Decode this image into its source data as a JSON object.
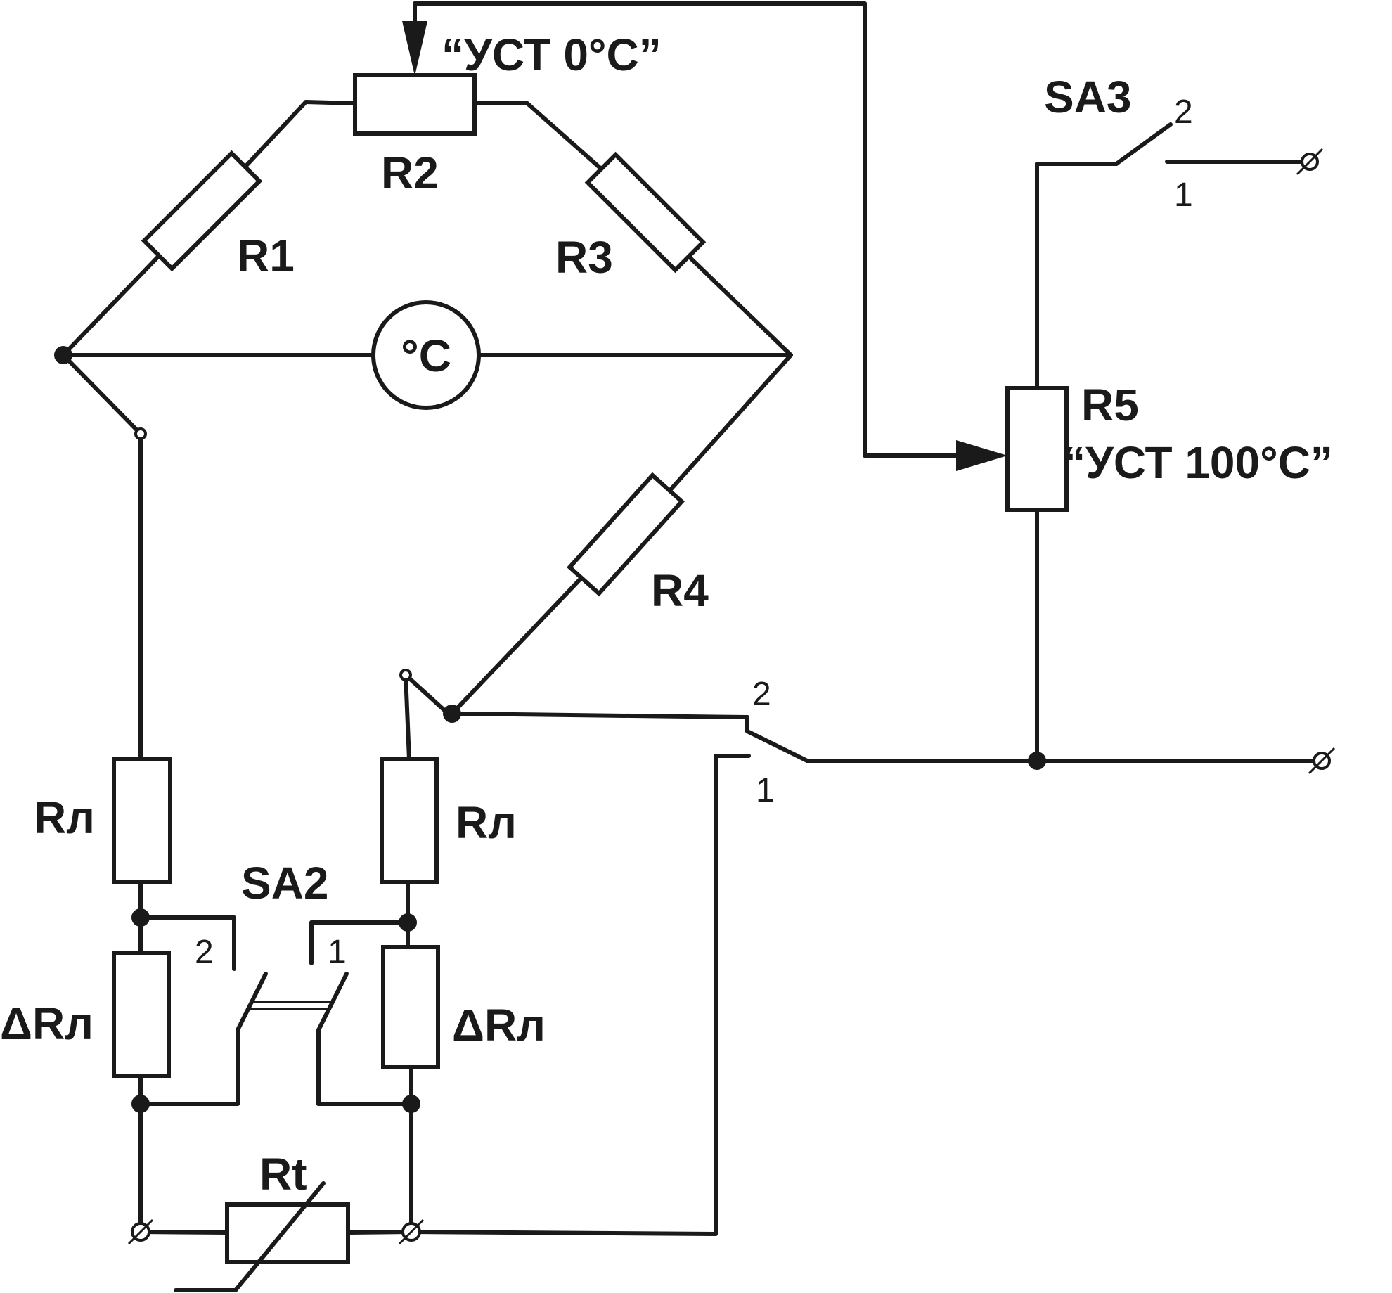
{
  "labels": {
    "r1": "R1",
    "r2": "R2",
    "r2_note": "“УСТ 0°C”",
    "r3": "R3",
    "r4": "R4",
    "r5": "R5",
    "r5_note": "“УСТ 100°C”",
    "meter": "°C",
    "rl_left": "Rл",
    "rl_right": "Rл",
    "drl_left": "ΔRл",
    "drl_right": "ΔRл",
    "rt": "Rt",
    "sa2": "SA2",
    "sa3": "SA3"
  },
  "pins": {
    "sa3_pos2": "2",
    "sa3_pos1": "1",
    "sa1_pos2": "2",
    "sa1_pos1": "1",
    "sa2_pos2": "2",
    "sa2_pos1": "1"
  }
}
